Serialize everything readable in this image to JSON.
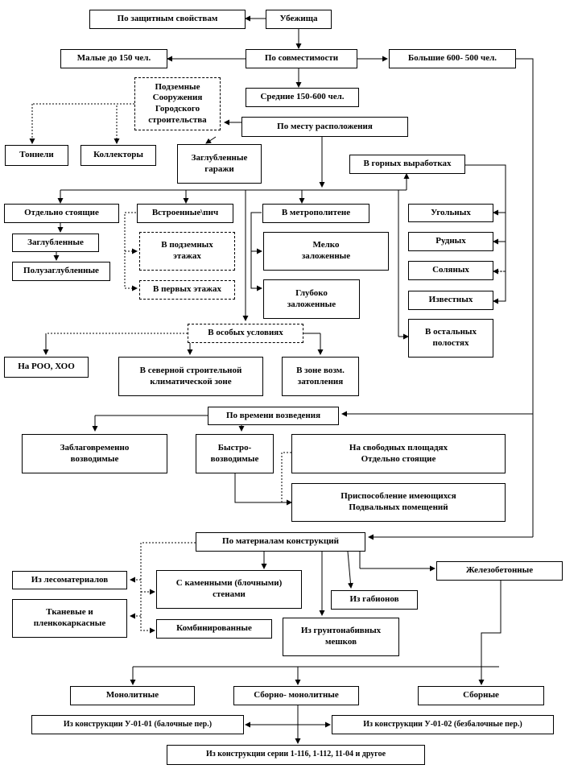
{
  "nodes": {
    "shelters": "Убежища",
    "by_protective": "По защитным свойствам",
    "by_capacity": "По совместимости",
    "small": "Малые до 150 чел.",
    "large": "Большие 600- 500 чел.",
    "medium": "Средние 150-600  чел.",
    "underground_structures": "Подземные\nСооружения\nГородского\nстроительства",
    "by_location": "По месту расположения",
    "tunnels": "Тоннели",
    "collectors": "Коллекторы",
    "buried_garages": "Заглубленные\nгаражи",
    "mines": "В горных выработках",
    "freestanding": "Отдельно  стоящие",
    "builtin": "Встроенные\\пнч",
    "metro": "В метрополитене",
    "coal": "Угольных",
    "ore": "Рудных",
    "salt": "Соляных",
    "limestone": "Известных",
    "other_mines": "В остальных\nполостях",
    "buried": "Заглубленные",
    "semi_buried": "Полузаглубленные",
    "underground_floors": "В подземных\nэтажах",
    "first_floors": "В первых  этажах",
    "shallow": "Мелко\nзаложенные",
    "deep": "Глубоко\nзаложенные",
    "special": "В особых условиях",
    "roo_hoo": "На РОО,  ХОО",
    "northern_zone": "В северной строительной\nклиматической зоне",
    "flood_zone": "В зоне возм.\nзатопления",
    "by_time": "По времени возведения",
    "advance": "Заблаговременно\nвозводимые",
    "quick": "Быстро-\nвозводимые",
    "free_areas": "На свободных площадях\nОтдельно  стоящие",
    "adaptation": "Приспособление имеющихся\nПодвальных  помещений",
    "by_materials": "По материалам конструкций",
    "lumber": "Из лесоматериалов",
    "fabric": "Тканевые и\nпленкокаркасные",
    "stone_walls": "С каменными (блочными)\nстенами",
    "combined": "Комбинированные",
    "soil_bags": "Из грунтонабивных\nмешков",
    "gabions": "Из габионов",
    "reinforced": "Железобетонные",
    "monolithic": "Монолитные",
    "precast_monolithic": "Сборно- монолитные",
    "precast": "Сборные",
    "u0101": "Из конструкции У-01-01  (балочные пер.)",
    "u0102": "Из конструкции У-01-02  (безбалочные пер.)",
    "series": "Из конструкции серии 1-116,  1-112,  11-04  и другое"
  }
}
